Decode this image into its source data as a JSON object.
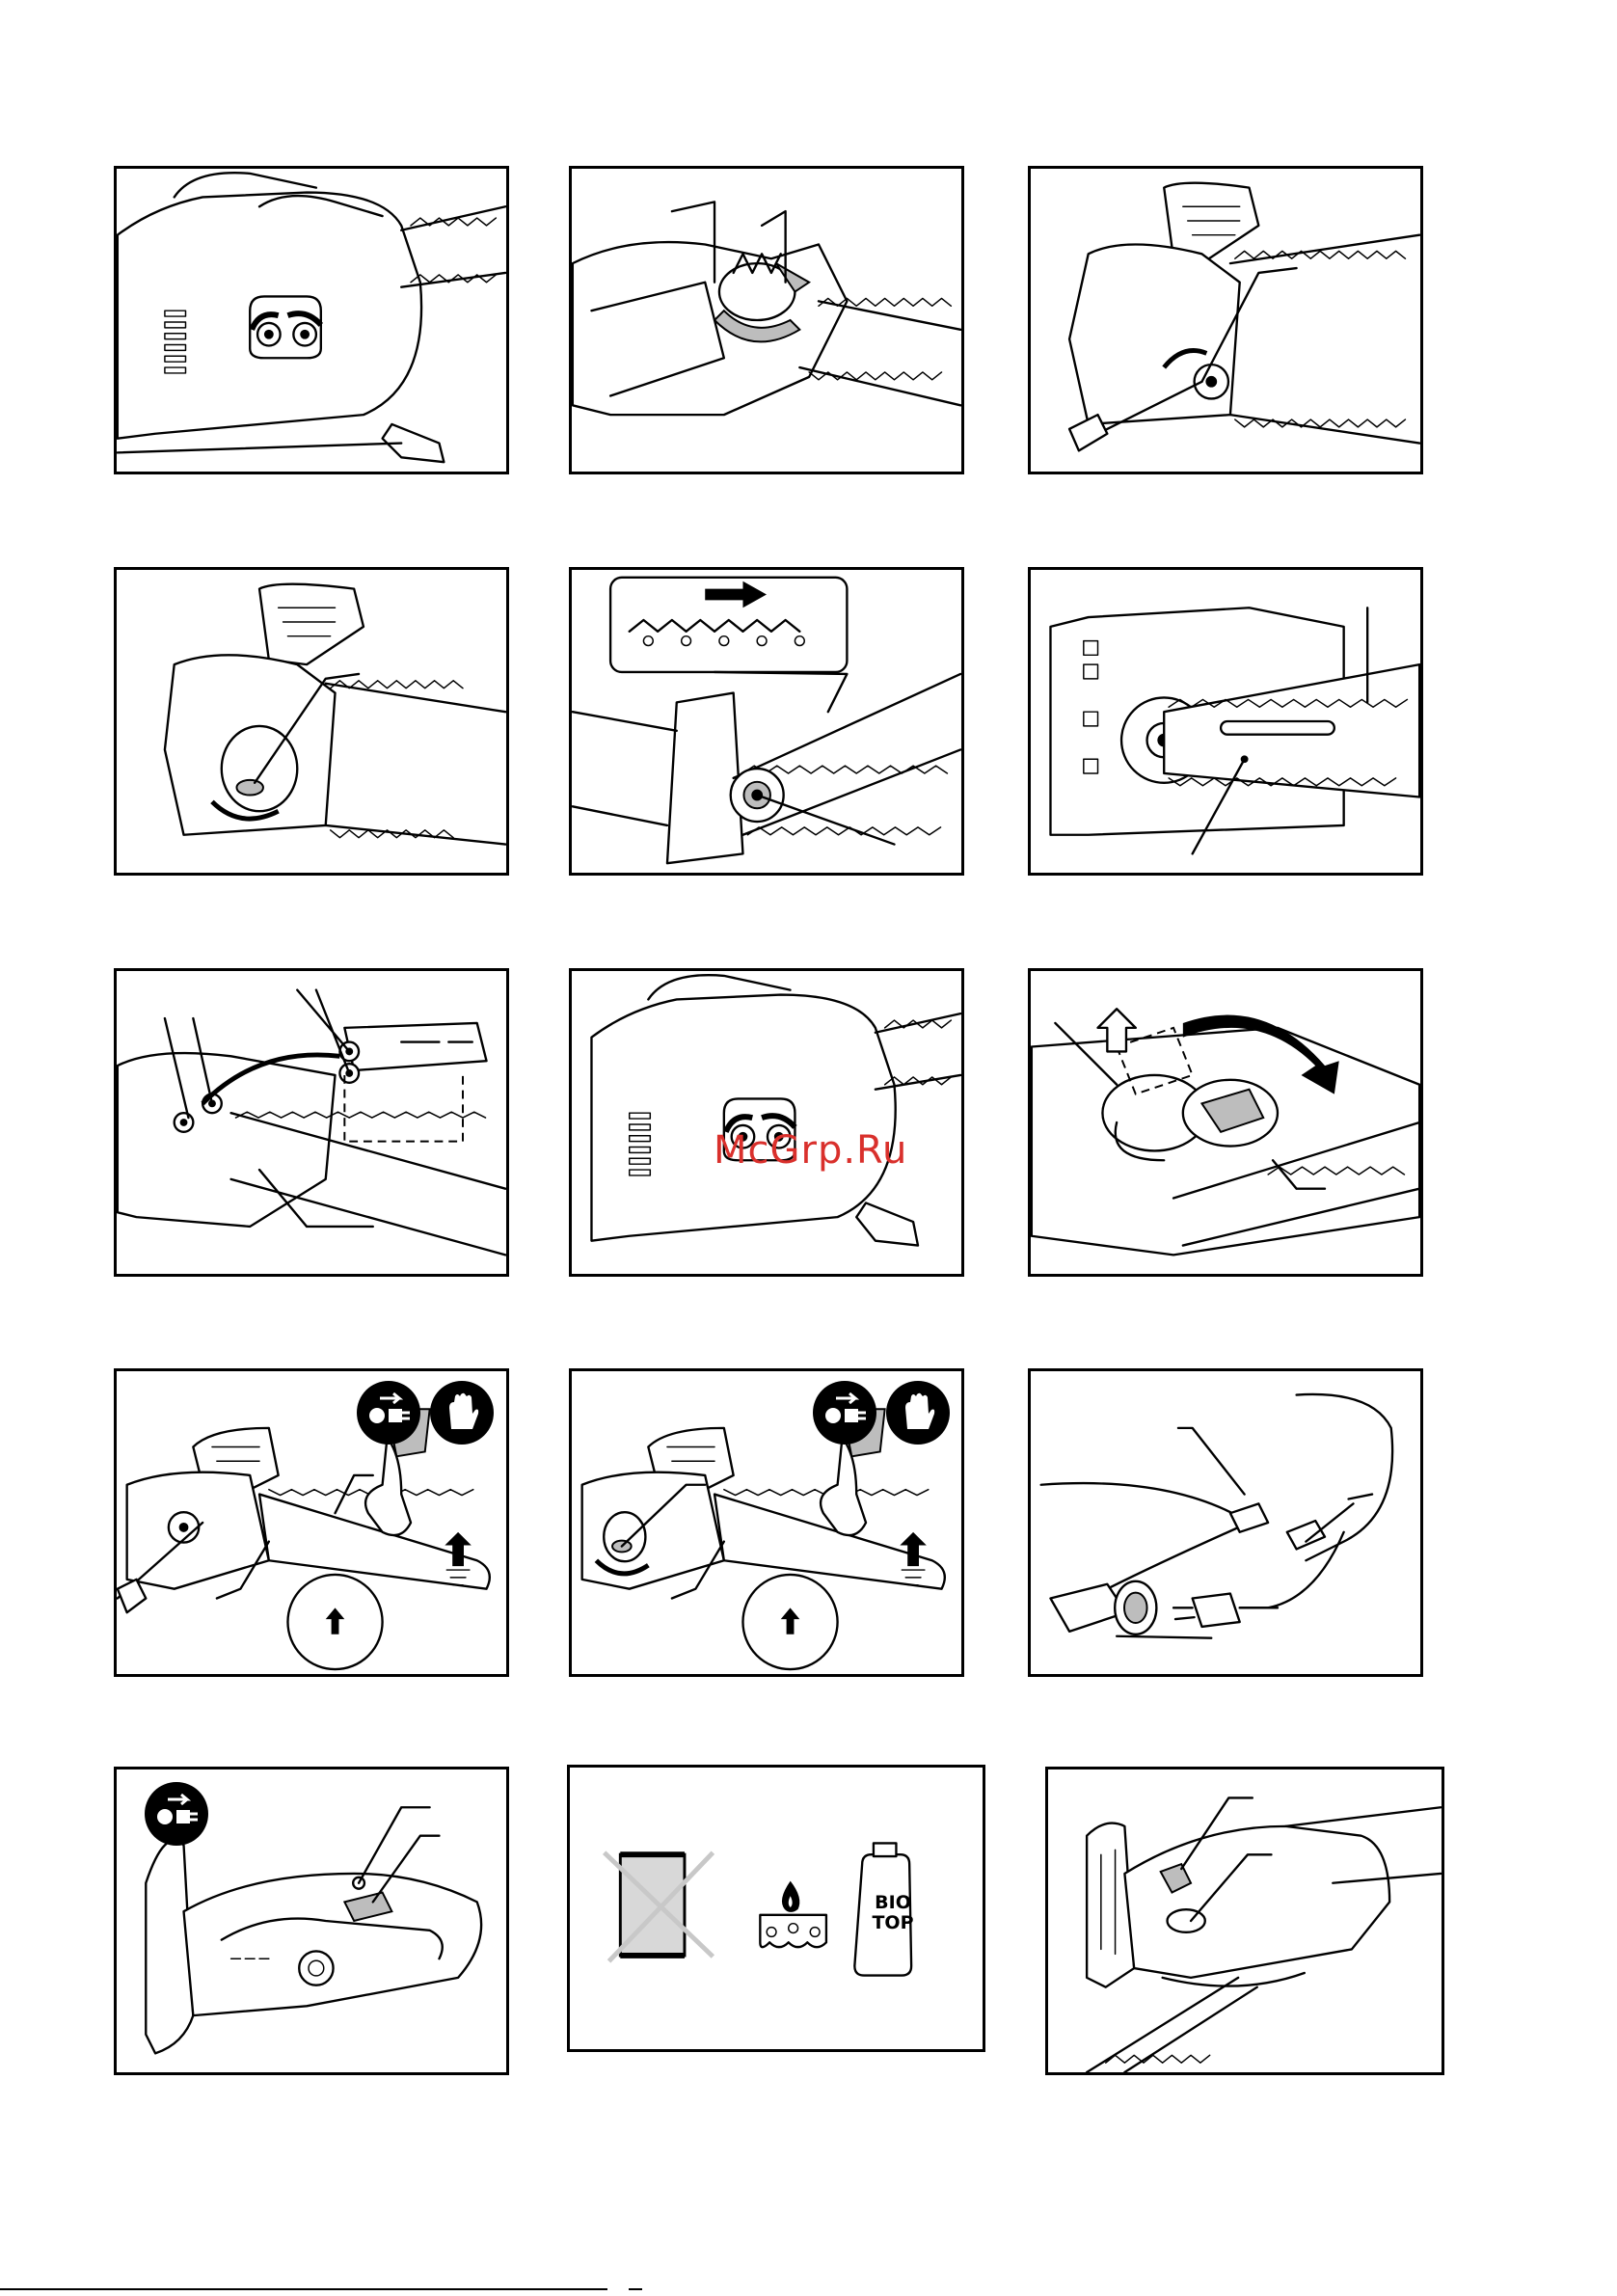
{
  "watermark": {
    "text": "McGrp.Ru",
    "color": "#d9302c"
  },
  "oil_bottle": {
    "label": "BIO TOP"
  },
  "figures": [
    {
      "id": "fig-1",
      "content": "side-cover-with-two-nuts"
    },
    {
      "id": "fig-2",
      "content": "chain-brake-mechanism"
    },
    {
      "id": "fig-3",
      "content": "screwdriver-chain-tension"
    },
    {
      "id": "fig-4",
      "content": "tension-knob-rotation"
    },
    {
      "id": "fig-5",
      "content": "chain-direction-inset"
    },
    {
      "id": "fig-6",
      "content": "guide-bar-on-sprocket"
    },
    {
      "id": "fig-7",
      "content": "cover-removal"
    },
    {
      "id": "fig-8",
      "content": "side-cover-nuts"
    },
    {
      "id": "fig-9",
      "content": "quick-tension-dial"
    },
    {
      "id": "fig-10",
      "content": "lift-bar-check-screwdriver"
    },
    {
      "id": "fig-11",
      "content": "lift-bar-check-knob"
    },
    {
      "id": "fig-12",
      "content": "power-cord-plug-socket"
    },
    {
      "id": "fig-13",
      "content": "unplug-switch"
    },
    {
      "id": "fig-14",
      "content": "oil-recommendation"
    },
    {
      "id": "fig-15",
      "content": "oil-cap"
    }
  ],
  "icons": [
    "unplug-icon",
    "gloves-icon",
    "circled-up-arrow-icon",
    "flame-icon",
    "crossed-oil-can-icon"
  ]
}
